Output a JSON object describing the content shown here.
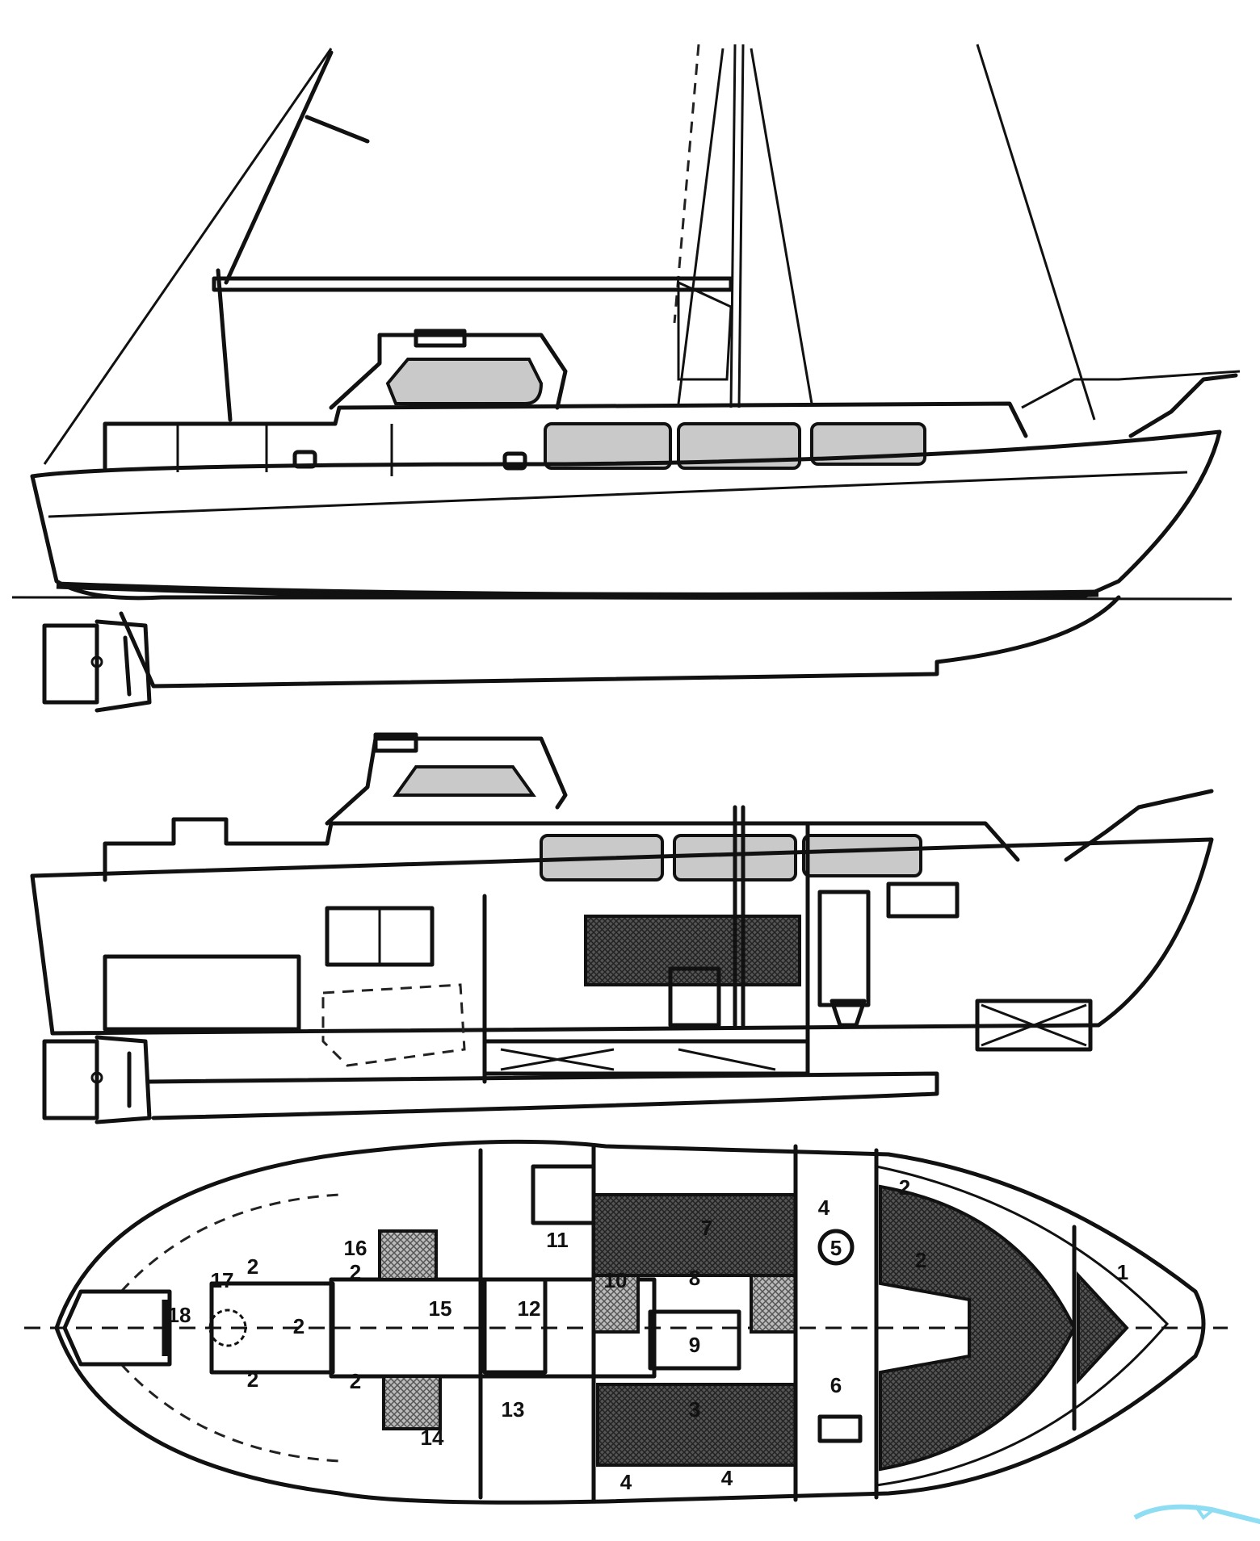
{
  "colors": {
    "ink": "#111111",
    "window_fill": "#c9c9c9",
    "watermark": "#5fd0ee"
  },
  "views": {
    "profile": {
      "name": "sail-plan-profile"
    },
    "section": {
      "name": "interior-profile"
    },
    "plan": {
      "name": "accommodation-plan",
      "labels": [
        "1",
        "2",
        "2",
        "3",
        "4",
        "4",
        "4",
        "5",
        "6",
        "7",
        "8",
        "9",
        "10",
        "11",
        "12",
        "13",
        "14",
        "15",
        "16",
        "17",
        "18",
        "2",
        "2",
        "2",
        "2",
        "2"
      ]
    }
  },
  "watermark": {
    "icon": "boat-wave-logo"
  }
}
